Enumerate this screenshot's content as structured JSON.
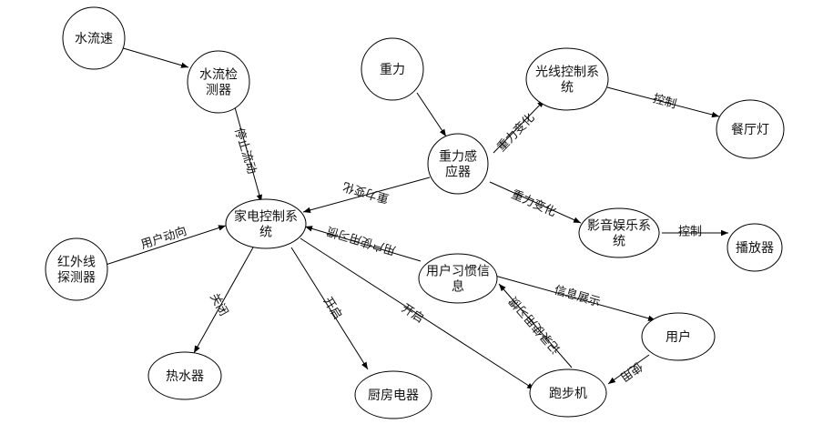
{
  "nodes": {
    "water_speed": {
      "lines": [
        "水流速"
      ]
    },
    "water_detector": {
      "lines": [
        "水流检",
        "测器"
      ]
    },
    "gravity": {
      "lines": [
        "重力"
      ]
    },
    "light_control": {
      "lines": [
        "光线控制系",
        "统"
      ]
    },
    "dining_light": {
      "lines": [
        "餐厅灯"
      ]
    },
    "gravity_sensor": {
      "lines": [
        "重力感",
        "应器"
      ]
    },
    "appliance_control": {
      "lines": [
        "家电控制系",
        "统"
      ]
    },
    "av_system": {
      "lines": [
        "影音娱乐系",
        "统"
      ]
    },
    "player": {
      "lines": [
        "播放器"
      ]
    },
    "ir_detector": {
      "lines": [
        "红外线",
        "探测器"
      ]
    },
    "user_habits": {
      "lines": [
        "用户习惯信",
        "息"
      ]
    },
    "user": {
      "lines": [
        "用户"
      ]
    },
    "water_heater": {
      "lines": [
        "热水器"
      ]
    },
    "kitchen_appliances": {
      "lines": [
        "厨房电器"
      ]
    },
    "treadmill": {
      "lines": [
        "跑步机"
      ]
    }
  },
  "edges": {
    "stop_flow": "停止流动",
    "gravity_change_to_light": "重力变化",
    "control_light": "控制",
    "gravity_change_to_av": "重力变化",
    "control_player": "控制",
    "gravity_change_to_appliance": "重力变化",
    "user_movement": "用户动向",
    "user_usage_habits": "用户使用习惯",
    "info_display": "信息展示",
    "record_usage_habits": "记录使用习惯",
    "use": "使用",
    "turn_off": "关闭",
    "turn_on_kitchen": "开启",
    "turn_on_treadmill": "开启"
  }
}
